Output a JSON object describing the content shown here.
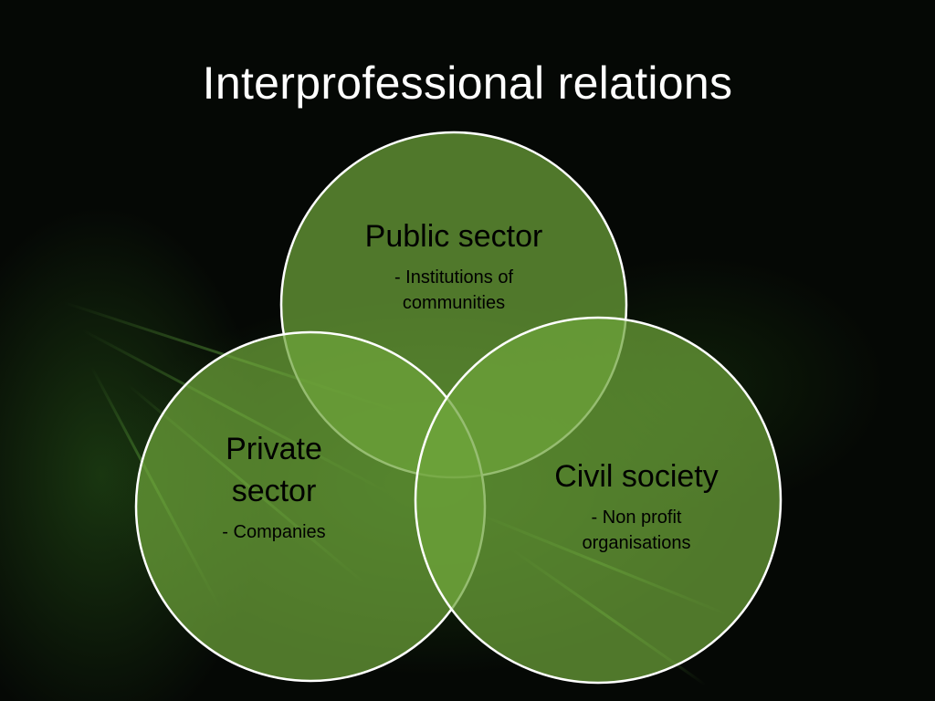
{
  "slide": {
    "title": "Interprofessional relations"
  },
  "circles": {
    "public": {
      "heading": "Public sector",
      "detail_line1": "- Institutions of",
      "detail_line2": "communities"
    },
    "private": {
      "heading_line1": "Private",
      "heading_line2": "sector",
      "detail": "- Companies"
    },
    "civil": {
      "heading": "Civil society",
      "detail_line1": "- Non profit",
      "detail_line2": "organisations"
    }
  },
  "colors": {
    "background": "#000000",
    "circle_fill": "#6ea33a",
    "circle_stroke": "#ffffff",
    "title_text": "#ffffff",
    "label_text": "#000000"
  }
}
